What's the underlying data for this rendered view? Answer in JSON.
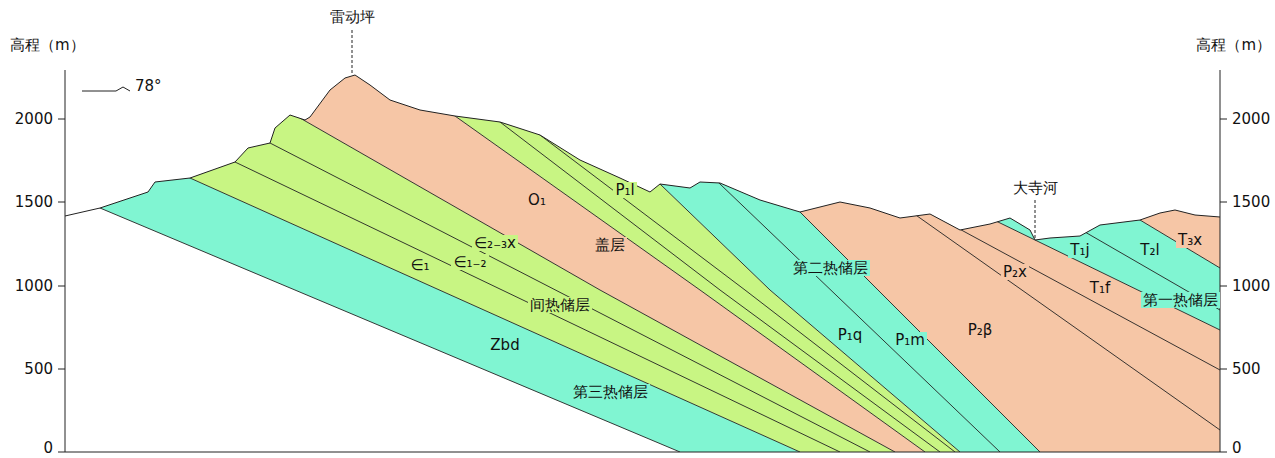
{
  "diagram": {
    "labels": [
      "高程（m）",
      "2000",
      "1500",
      "1000",
      "500",
      "0",
      "高程（m）",
      "2000",
      "1500",
      "1000",
      "500",
      "0",
      "雷动坪",
      "78°",
      "大寺河",
      "O₁",
      "∈₂₋₃x",
      "P₁l",
      "盖层",
      "∈₁₋₂",
      "∈₁",
      "间热储层",
      "第二热储层",
      "P₁q",
      "P₁m",
      "P₂β",
      "P₂x",
      "T₁j",
      "T₂l",
      "T₃x",
      "T₁f",
      "第一热储层",
      "Zbd",
      "第三热储层"
    ]
  }
}
